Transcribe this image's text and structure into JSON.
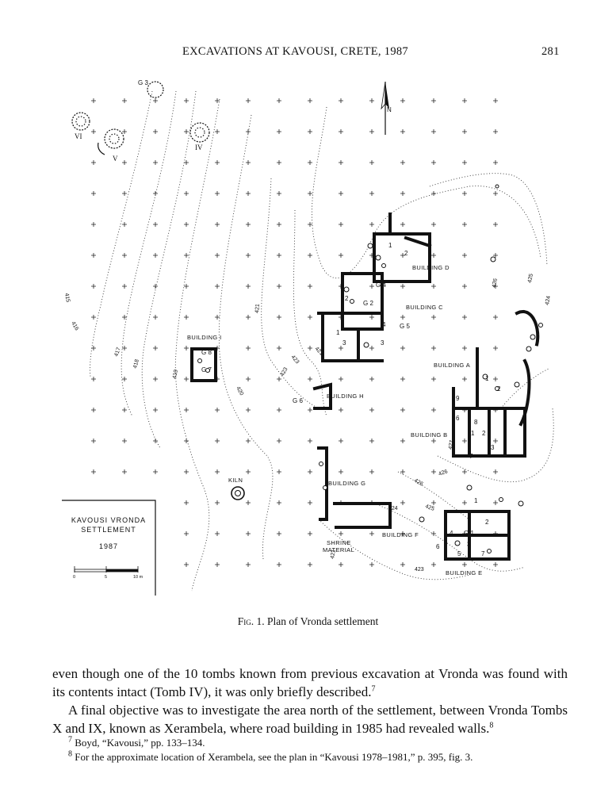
{
  "header": {
    "title": "EXCAVATIONS AT KAVOUSI, CRETE, 1987",
    "page_number": "281"
  },
  "figure": {
    "north_label": "N",
    "legend": {
      "line1": "KAVOUSI VRONDA",
      "line2": "SETTLEMENT",
      "year": "1987",
      "scale_ticks": [
        "0",
        "5",
        "10 m"
      ]
    },
    "buildings": [
      "BUILDING A",
      "BUILDING B",
      "BUILDING C",
      "BUILDING D",
      "BUILDING E",
      "BUILDING F",
      "BUILDING G",
      "BUILDING H",
      "BUILDING I"
    ],
    "other_labels": {
      "kiln": "KILN",
      "shrine_line1": "SHRINE",
      "shrine_line2": "MATERIAL"
    },
    "graves": [
      "G 3",
      "G 4",
      "G 2",
      "G 5",
      "G 6",
      "G 8",
      "G 7",
      "G 1"
    ],
    "tombs": [
      "VI",
      "V",
      "IV"
    ],
    "contours": [
      "415",
      "416",
      "417",
      "418",
      "419",
      "420",
      "421",
      "423",
      "421",
      "423",
      "424",
      "425",
      "426",
      "426",
      "427",
      "424",
      "425",
      "426",
      "423",
      "421"
    ],
    "room_numbers": [
      "1",
      "2",
      "2",
      "1",
      "3",
      "4",
      "3",
      "1",
      "2",
      "9",
      "6",
      "8",
      "1",
      "2",
      "3",
      "7",
      "1",
      "2",
      "4",
      "6",
      "3",
      "5",
      "7"
    ]
  },
  "caption": {
    "label": "Fig. 1.",
    "text": "Plan of Vronda settlement"
  },
  "body": {
    "para1": "even though one of the 10 tombs known from previous excavation at Vronda was found with its contents intact (Tomb IV), it was only briefly described.",
    "para1_note": "7",
    "para2": "A final objective was to investigate the area north of the settlement, between Vronda Tombs X and IX, known as Xerambela, where road building in 1985 had revealed walls.",
    "para2_note": "8"
  },
  "footnotes": [
    {
      "mark": "7",
      "text": "Boyd, “Kavousi,” pp. 133–134."
    },
    {
      "mark": "8",
      "text": "For the approximate location of Xerambela, see the plan in “Kavousi 1978–1981,” p. 395, fig. 3."
    }
  ]
}
